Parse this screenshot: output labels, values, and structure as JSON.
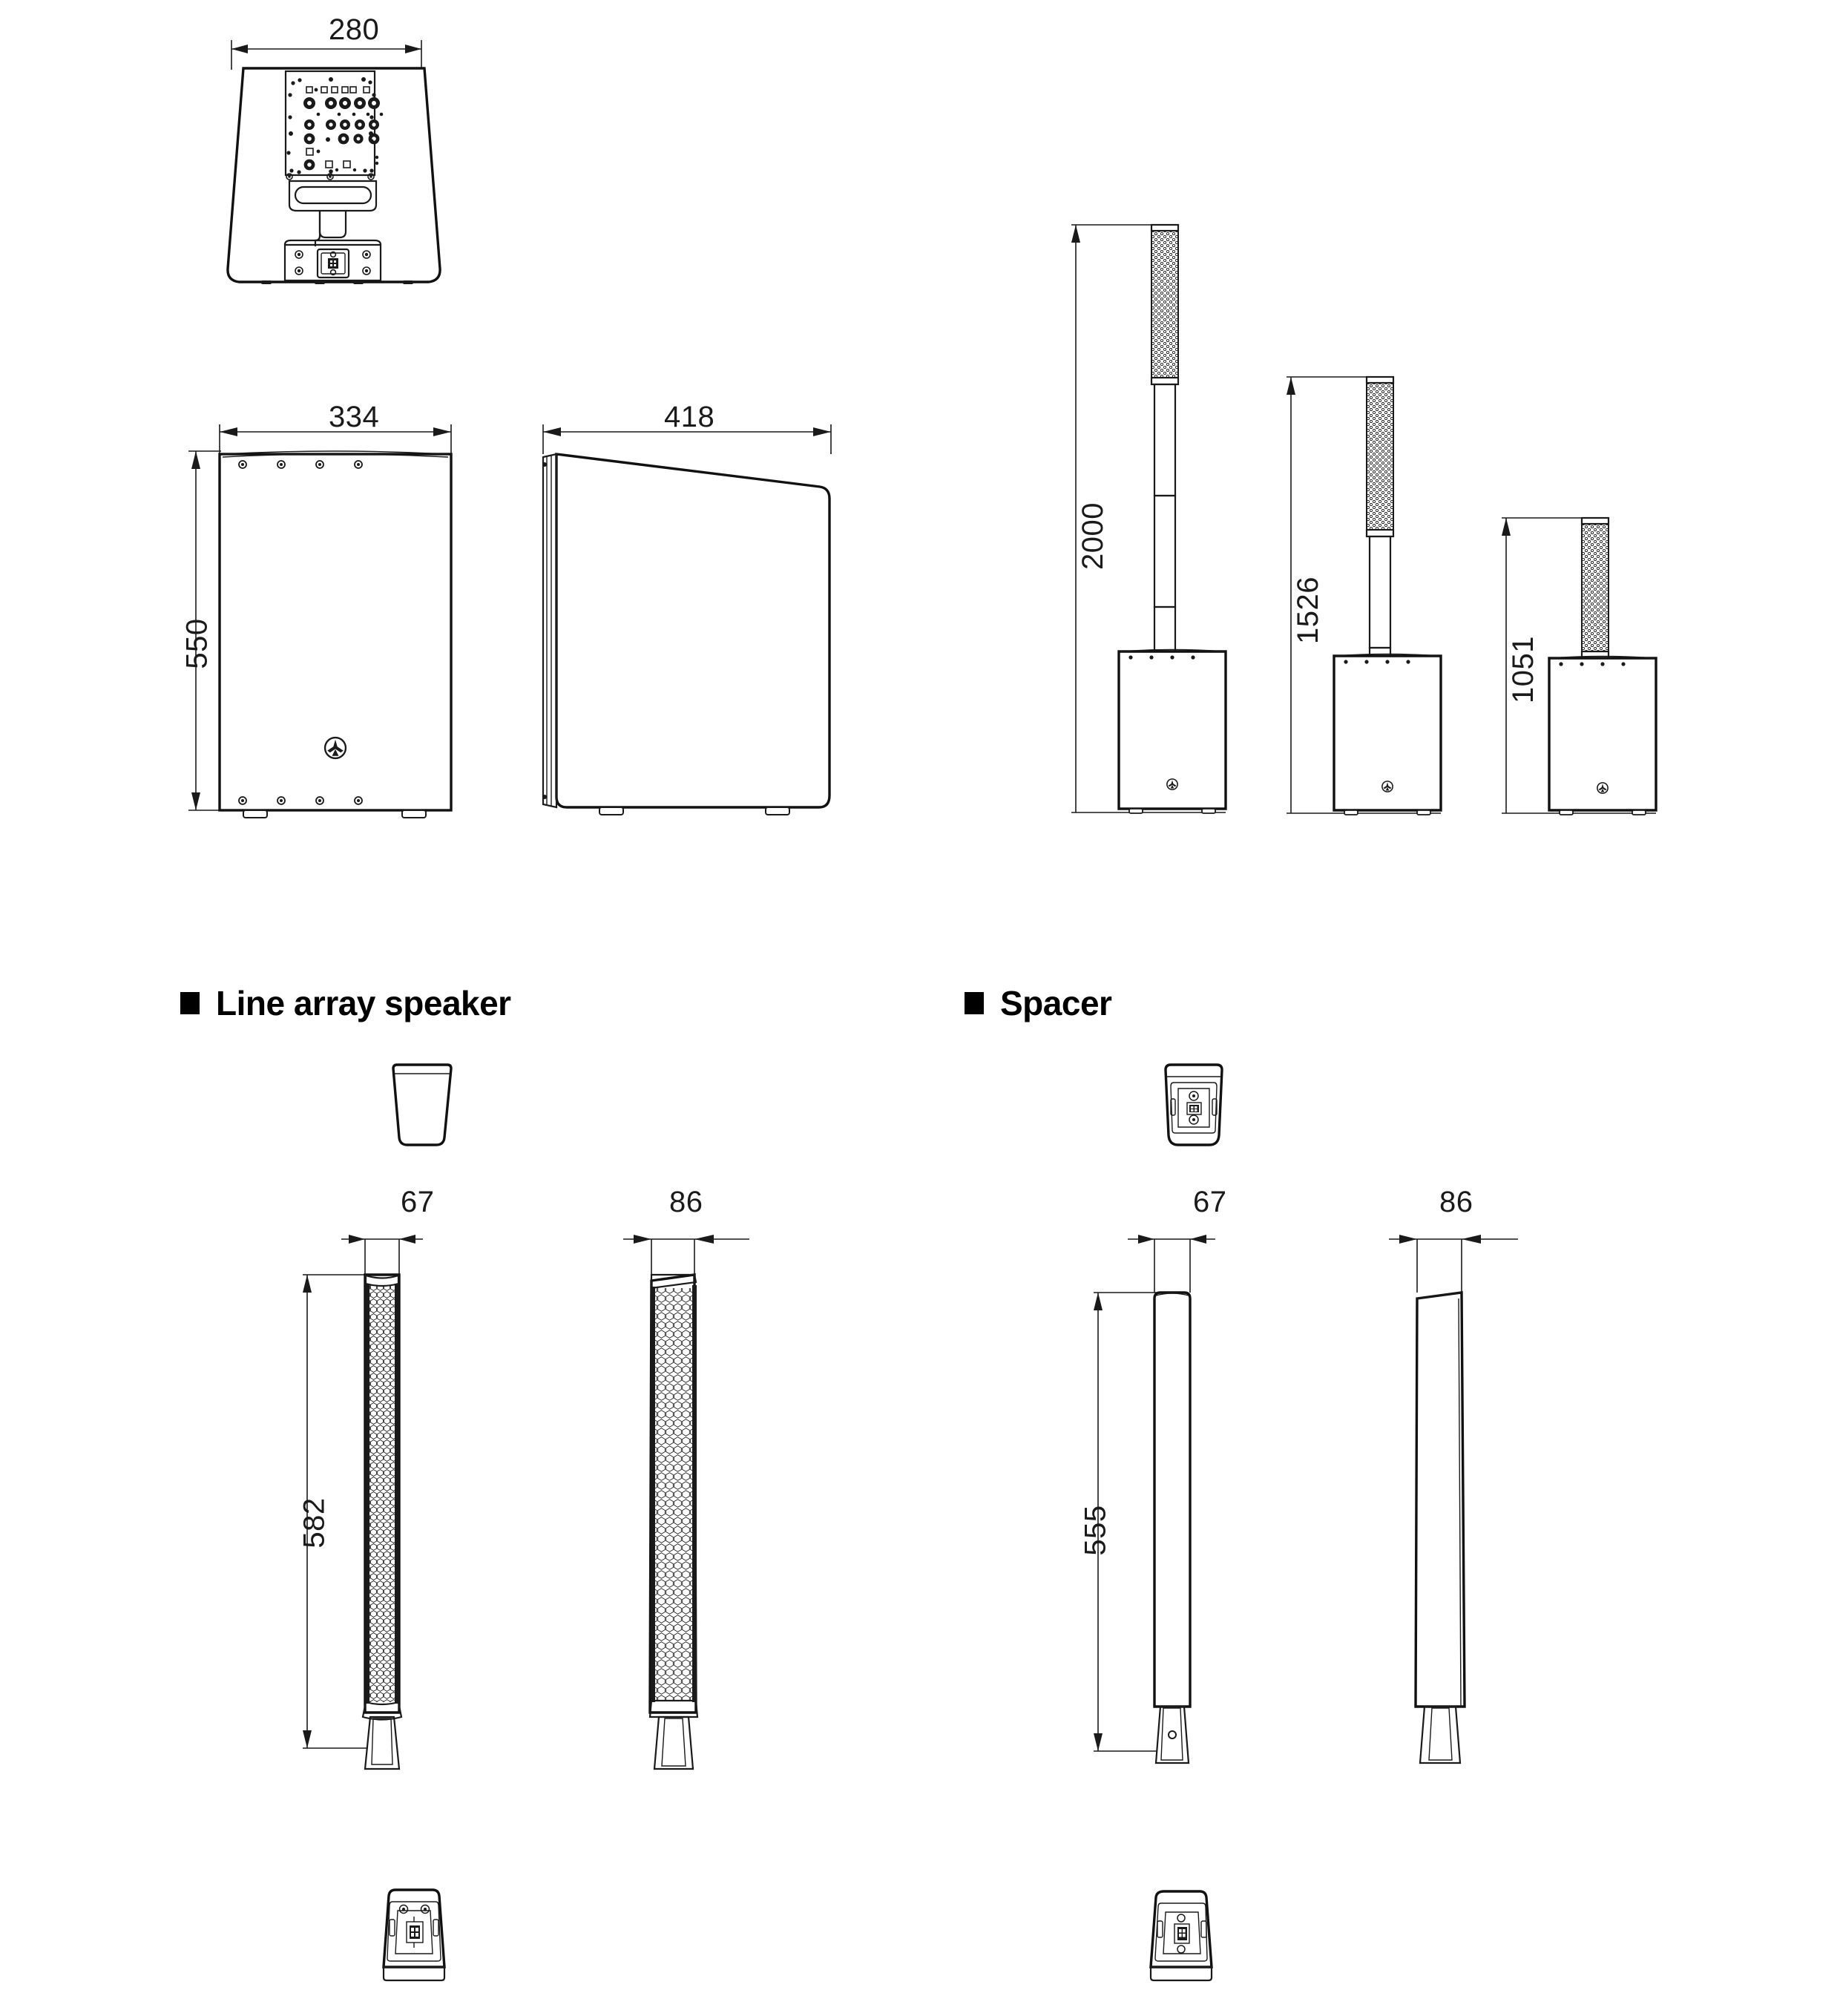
{
  "document": {
    "type": "technical-dimensional-drawing",
    "brand": "Yamaha",
    "units": "mm"
  },
  "sections": [
    {
      "id": "line-array-speaker",
      "bullet": "■",
      "label": "Line array speaker"
    },
    {
      "id": "spacer",
      "bullet": "■",
      "label": "Spacer"
    }
  ],
  "subwoofer": {
    "views": {
      "top": {
        "name": "top-view",
        "dimension_width": "280"
      },
      "front": {
        "name": "front-view",
        "dimension_width": "334",
        "dimension_height": "550"
      },
      "side": {
        "name": "side-view",
        "dimension_depth": "418"
      }
    },
    "logo": "yamaha-tuning-fork-logo"
  },
  "tower_configurations": [
    {
      "id": "tower-tall",
      "height": "2000",
      "modules": 2,
      "label": "2000"
    },
    {
      "id": "tower-medium",
      "height": "1526",
      "modules": 1,
      "label": "1526"
    },
    {
      "id": "tower-short",
      "height": "1051",
      "modules": 0,
      "label": "1051"
    }
  ],
  "line_array_speaker": {
    "front": {
      "width": "67",
      "height": "582"
    },
    "side": {
      "width": "86"
    },
    "top_view": "tapered-enclosure-top-outline",
    "bottom_view": "connector-plate-bottom-outline"
  },
  "spacer": {
    "front": {
      "width": "67",
      "height": "555"
    },
    "side": {
      "width": "86"
    },
    "top_view": "spacer-connector-top-outline",
    "bottom_view": "spacer-connector-bottom-outline"
  },
  "dimension_labels": {
    "sub_top_width": "280",
    "sub_front_width": "334",
    "sub_front_height": "550",
    "sub_side_depth": "418",
    "tower_tall": "2000",
    "tower_medium": "1526",
    "tower_short": "1051",
    "las_front_width": "67",
    "las_front_height": "582",
    "las_side_width": "86",
    "spacer_front_width": "67",
    "spacer_front_height": "555",
    "spacer_side_width": "86"
  },
  "colors": {
    "line": "#1a1a1a",
    "background": "#ffffff",
    "text": "#000000"
  }
}
